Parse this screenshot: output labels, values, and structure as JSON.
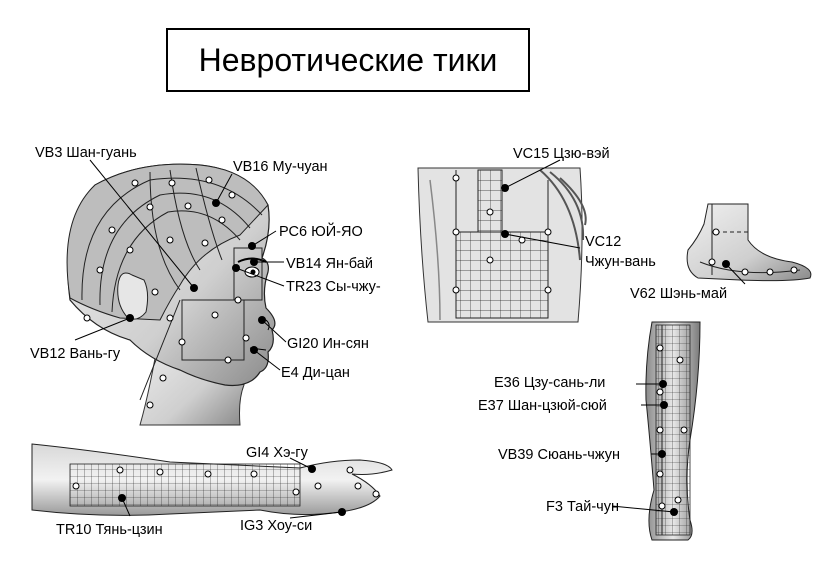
{
  "title": "Невротические тики",
  "labels": {
    "vb3": "VB3 Шан-гуань",
    "vb16": "VB16 Му-чуан",
    "pc6": "РС6 ЮЙ-ЯО",
    "vb14": "VB14 Ян-бай",
    "tr23": "TR23 Сы-чжу-",
    "vb12": "VB12 Вань-гу",
    "gi20": "GI20 Ин-сян",
    "e4": "Е4 Ди-цан",
    "vc15": "VC15 Цзю-вэй",
    "vc12_code": "VC12",
    "vc12_name": "Чжун-вань",
    "v62": "V62 Шэнь-май",
    "e36": "Е36 Цзу-сань-ли",
    "e37": "Е37 Шан-цзюй-сюй",
    "vb39": "VB39 Сюань-чжун",
    "f3": "F3 Тай-чун",
    "gi4": "GI4 Хэ-гу",
    "tr10": "TR10 Тянь-цзин",
    "ig3": "IG3 Хоу-си"
  },
  "colors": {
    "skin": "#d9d9d9",
    "shade": "#9a9a9a",
    "line": "#000000"
  }
}
